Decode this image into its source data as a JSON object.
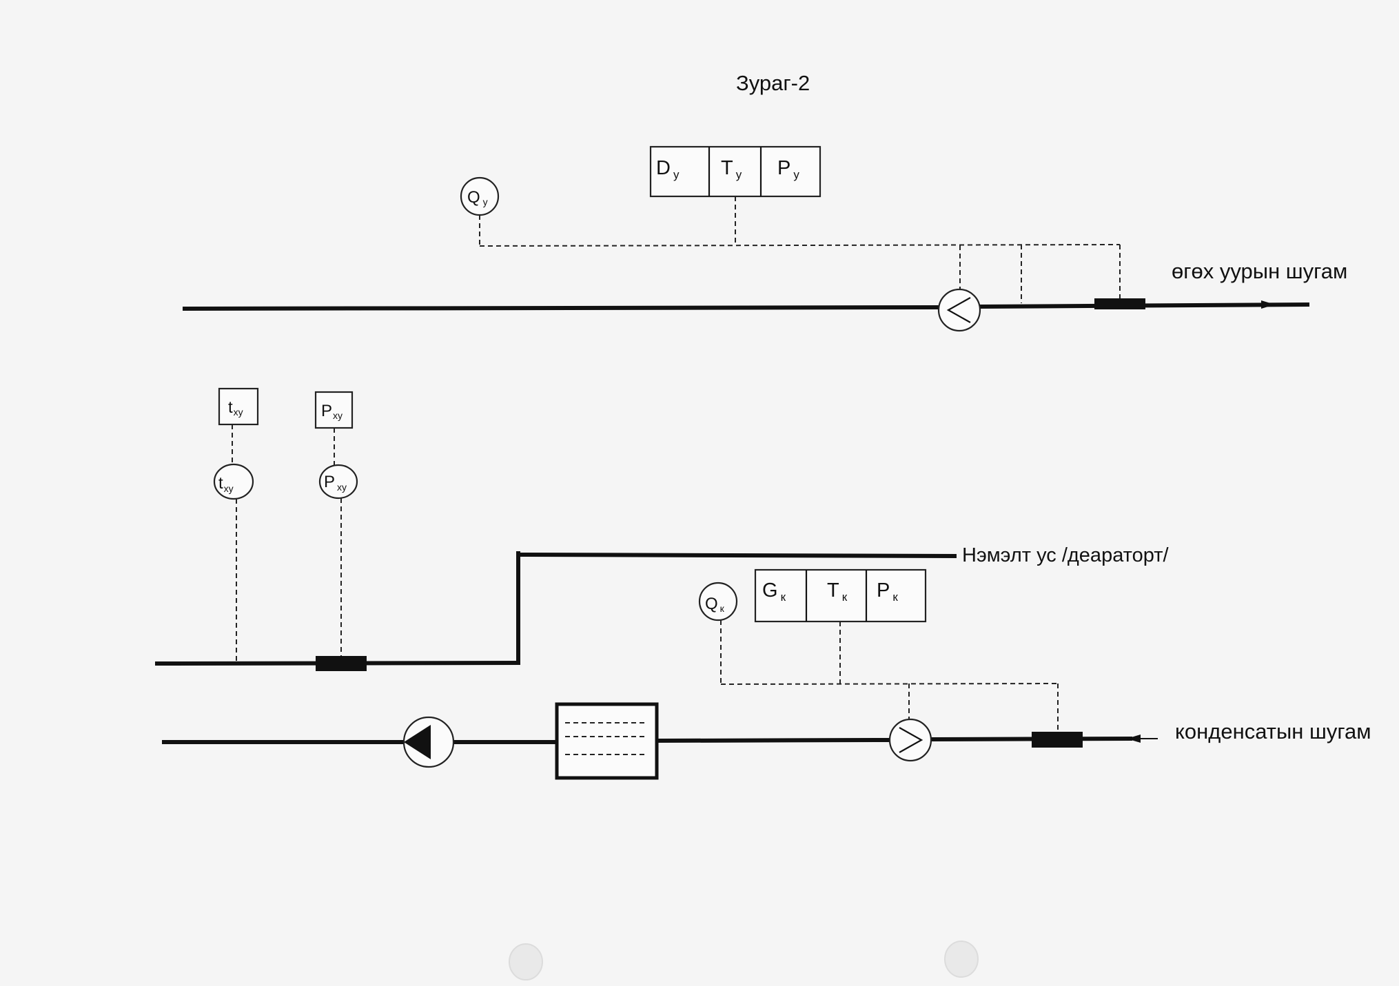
{
  "title": "Зураг-2",
  "pipelines": {
    "steam": {
      "label": "өгөх уурын шугам"
    },
    "makeup": {
      "label": "Нэмэлт ус /деараторт/"
    },
    "condensate": {
      "label": "конденсатын шугам"
    }
  },
  "steam_meters": {
    "heat": {
      "main": "Q",
      "sub": "у"
    },
    "cells": [
      {
        "main": "D",
        "sub": "у"
      },
      {
        "main": "T",
        "sub": "у"
      },
      {
        "main": "P",
        "sub": "у"
      }
    ]
  },
  "cold_water_meters": {
    "temp_box": {
      "main": "t",
      "sub": "ху"
    },
    "pressure_box": {
      "main": "P",
      "sub": "ху"
    },
    "temp_sensor": {
      "main": "t",
      "sub": "ху"
    },
    "pressure_sensor": {
      "main": "P",
      "sub": "ху"
    }
  },
  "condensate_meters": {
    "heat": {
      "main": "Q",
      "sub": "к"
    },
    "cells": [
      {
        "main": "G",
        "sub": "к"
      },
      {
        "main": "T",
        "sub": "к"
      },
      {
        "main": "P",
        "sub": "к"
      }
    ]
  },
  "icons": [
    "flowmeter-icon",
    "orifice-icon",
    "pump-icon",
    "heat-exchanger-icon",
    "flow-arrow-icon"
  ]
}
